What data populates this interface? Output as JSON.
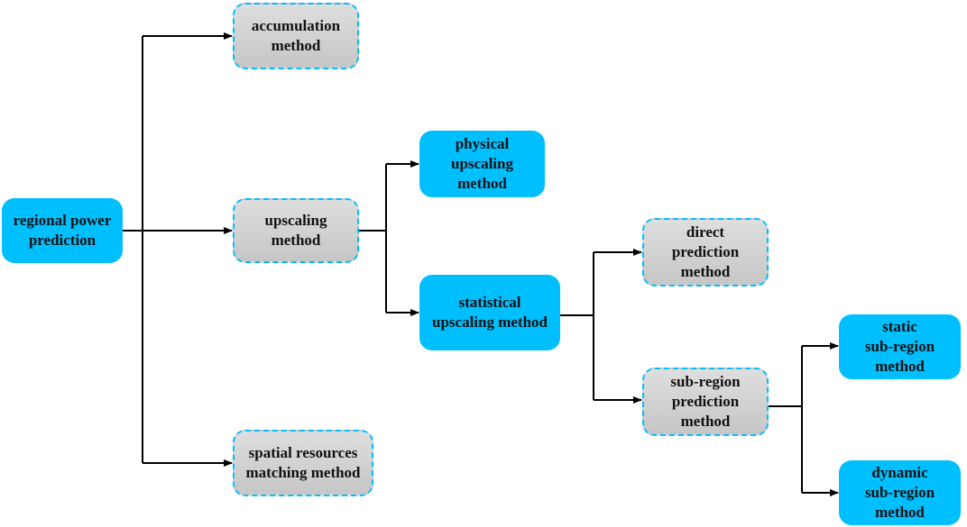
{
  "nodes": {
    "regional": "regional power\nprediction",
    "accumulation": "accumulation\nmethod",
    "upscaling": "upscaling\nmethod",
    "spatial": "spatial resources\nmatching method",
    "physical": "physical\nupscaling\nmethod",
    "statistical": "statistical\nupscaling method",
    "direct": "direct\nprediction\nmethod",
    "subregion": "sub-region\nprediction\nmethod",
    "static": "static\nsub-region\nmethod",
    "dynamic": "dynamic\nsub-region\nmethod"
  },
  "colors": {
    "solid_fill": "#00bfff",
    "dashed_fill": "#d3d3d3",
    "dashed_border": "#00bfff",
    "connector": "#000000"
  }
}
